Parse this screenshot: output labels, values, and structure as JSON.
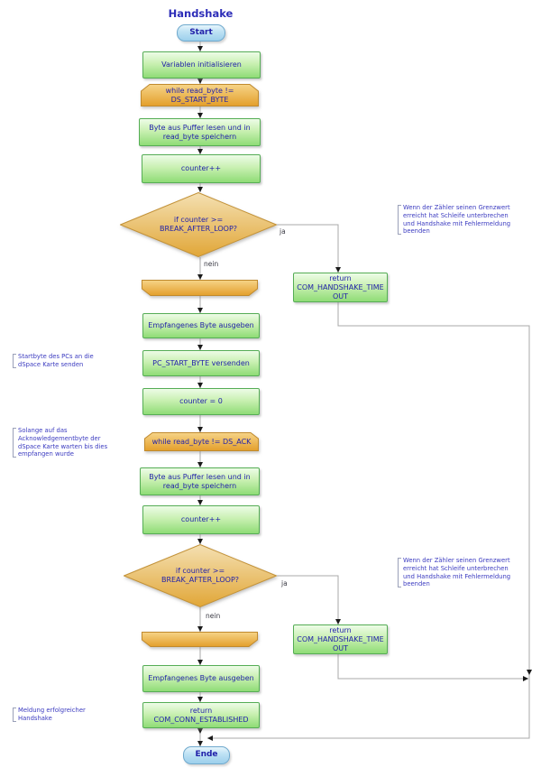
{
  "title": "Handshake",
  "nodes": {
    "start": "Start",
    "init": "Variablen initialisieren",
    "loop1": "while read_byte != DS_START_BYTE",
    "read1": "Byte aus Puffer lesen und in read_byte speichern",
    "inc1": "counter++",
    "if1": "if counter >= BREAK_AFTER_LOOP?",
    "ret_timeout1": "return COM_HANDSHAKE_TIMEOUT",
    "out1": "Empfangenes Byte ausgeben",
    "send": "PC_START_BYTE versenden",
    "reset": "counter = 0",
    "loop2": "while read_byte != DS_ACK",
    "read2": "Byte aus Puffer lesen und in read_byte speichern",
    "inc2": "counter++",
    "if2": "if counter >= BREAK_AFTER_LOOP?",
    "ret_timeout2": "return COM_HANDSHAKE_TIMEOUT",
    "out2": "Empfangenes Byte ausgeben",
    "ret_ok": "return COM_CONN_ESTABLISHED",
    "end": "Ende"
  },
  "edge_labels": {
    "ja": "ja",
    "nein": "nein"
  },
  "annotations": {
    "timeout1": "Wenn der Zähler seinen Grenzwert erreicht hat Schleife unterbrechen und Handshake mit Fehlermeldung beenden",
    "timeout2": "Wenn der Zähler seinen Grenzwert erreicht hat Schleife unterbrechen und Handshake mit Fehlermeldung beenden",
    "startbyte": "Startbyte des PCs an die dSpace Karte senden",
    "ack_wait": "Solange auf das Acknowledgementbyte der dSpace Karte warten bis dies empfangen wurde",
    "success": "Meldung erfolgreicher Handshake"
  },
  "colors": {
    "process_fill_top": "#edfce7",
    "process_fill_bottom": "#8fdc76",
    "process_border": "#55ad55",
    "loop_fill_top": "#f5cd74",
    "loop_fill_bottom": "#e39f2b",
    "diamond_fill_top": "#f2ddad",
    "diamond_fill_bottom": "#e1a637",
    "orange_border": "#c08a2e",
    "terminal_fill_top": "#e7f5fc",
    "terminal_fill_bottom": "#9ccfec",
    "terminal_border": "#6fa9cd",
    "node_text": "#2222aa",
    "annotation_text": "#3b3bc0",
    "connector_line": "#a8a8a8",
    "arrowhead": "#1a1a1a"
  }
}
